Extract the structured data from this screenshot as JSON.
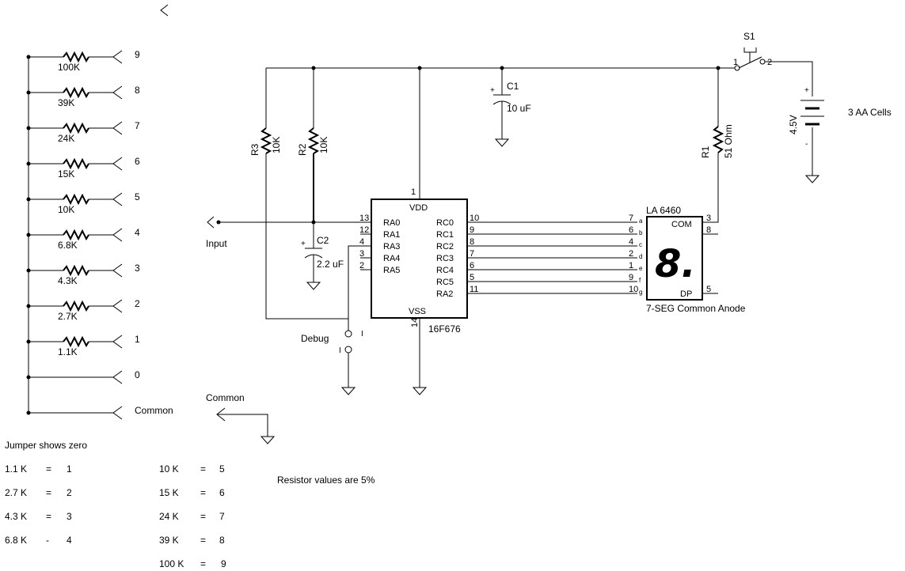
{
  "resistor_ladder": [
    {
      "position": "9",
      "value": "100K"
    },
    {
      "position": "8",
      "value": "39K"
    },
    {
      "position": "7",
      "value": "24K"
    },
    {
      "position": "6",
      "value": "15K"
    },
    {
      "position": "5",
      "value": "10K"
    },
    {
      "position": "4",
      "value": "6.8K"
    },
    {
      "position": "3",
      "value": "4.3K"
    },
    {
      "position": "2",
      "value": "2.7K"
    },
    {
      "position": "1",
      "value": "1.1K"
    },
    {
      "position": "0",
      "value": ""
    },
    {
      "position": "Common",
      "value": ""
    }
  ],
  "labels": {
    "common": "Common",
    "input": "Input",
    "debug": "Debug",
    "jumper_note": "Jumper shows zero",
    "tolerance_note": "Resistor values are 5%",
    "battery_cells": "3 AA Cells"
  },
  "components": {
    "r3": {
      "ref": "R3",
      "value": "10K"
    },
    "r2": {
      "ref": "R2",
      "value": "10K"
    },
    "r1": {
      "ref": "R1",
      "value": "51 Ohm"
    },
    "c1": {
      "ref": "C1",
      "value": "10 uF"
    },
    "c2": {
      "ref": "C2",
      "value": "2.2 uF"
    },
    "s1": {
      "ref": "S1",
      "pin1": "1",
      "pin2": "2"
    },
    "battery": {
      "voltage": "4.5V",
      "plus": "+",
      "minus": "-"
    },
    "c1_plus": "+",
    "c2_plus": "+",
    "debug_pin_a": "I",
    "debug_pin_b": "I"
  },
  "mcu": {
    "part": "16F676",
    "vdd": "VDD",
    "vss": "VSS",
    "vdd_pin": "1",
    "vss_pin": "14",
    "left_pins": [
      {
        "num": "13",
        "name": "RA0"
      },
      {
        "num": "12",
        "name": "RA1"
      },
      {
        "num": "4",
        "name": "RA3"
      },
      {
        "num": "3",
        "name": "RA4"
      },
      {
        "num": "2",
        "name": "RA5"
      }
    ],
    "right_pins": [
      {
        "num": "10",
        "name": "RC0"
      },
      {
        "num": "9",
        "name": "RC1"
      },
      {
        "num": "8",
        "name": "RC2"
      },
      {
        "num": "7",
        "name": "RC3"
      },
      {
        "num": "6",
        "name": "RC4"
      },
      {
        "num": "5",
        "name": "RC5"
      },
      {
        "num": "11",
        "name": "RA2"
      }
    ]
  },
  "display": {
    "part": "LA  6460",
    "caption": "7-SEG Common Anode",
    "glyph": "8.",
    "com": "COM",
    "dp": "DP",
    "seg_pins": [
      {
        "num": "7",
        "seg": "a"
      },
      {
        "num": "6",
        "seg": "b"
      },
      {
        "num": "4",
        "seg": "c"
      },
      {
        "num": "2",
        "seg": "d"
      },
      {
        "num": "1",
        "seg": "e"
      },
      {
        "num": "9",
        "seg": "f"
      },
      {
        "num": "10",
        "seg": "g"
      }
    ],
    "right_pins": [
      "3",
      "8",
      "5"
    ]
  },
  "value_table": [
    {
      "resistor": "1.1 K",
      "sep": "=",
      "digit": "1"
    },
    {
      "resistor": "2.7 K",
      "sep": "=",
      "digit": "2"
    },
    {
      "resistor": "4.3 K",
      "sep": "=",
      "digit": "3"
    },
    {
      "resistor": "6.8 K",
      "sep": "-",
      "digit": "4"
    },
    {
      "resistor": "10 K",
      "sep": "=",
      "digit": "5"
    },
    {
      "resistor": "15 K",
      "sep": "=",
      "digit": "6"
    },
    {
      "resistor": "24 K",
      "sep": "=",
      "digit": "7"
    },
    {
      "resistor": "39 K",
      "sep": "=",
      "digit": "8"
    },
    {
      "resistor": "100 K",
      "sep": "=",
      "digit": "9"
    }
  ]
}
